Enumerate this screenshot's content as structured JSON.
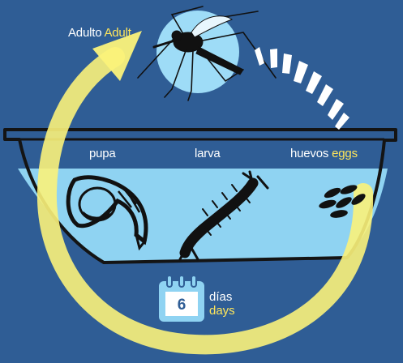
{
  "stages": {
    "adult": {
      "es": "Adulto",
      "en": "Adult"
    },
    "pupa": {
      "es": "pupa"
    },
    "larva": {
      "es": "larva"
    },
    "eggs": {
      "es": "huevos",
      "en": "eggs"
    }
  },
  "duration": {
    "number": "6",
    "es": "días",
    "en": "days"
  },
  "colors": {
    "background": "#2f5d95",
    "water": "#8fd3f2",
    "cycle_arrow": "#fbf27a",
    "english_text": "#ffe65a",
    "calendar": "#8fd3f2",
    "mosquito_circle": "#9edcf7"
  }
}
